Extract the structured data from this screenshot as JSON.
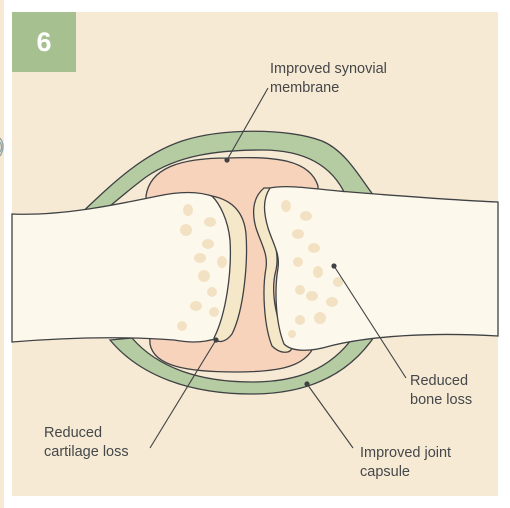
{
  "step_number": "6",
  "colors": {
    "background": "#f6ead4",
    "bone": "#fdf8ec",
    "capsule": "#b5cca2",
    "synovial_fill": "#f7d3bb",
    "cartilage": "#f5e8c9",
    "bone_spots": "#f2e2c3",
    "badge": "#a6c08f",
    "outline": "#3f4144"
  },
  "labels": {
    "synovial_membrane": "Improved synovial\nmembrane",
    "bone_loss": "Reduced\nbone loss",
    "cartilage_loss": "Reduced\ncartilage loss",
    "joint_capsule": "Improved joint\ncapsule"
  }
}
